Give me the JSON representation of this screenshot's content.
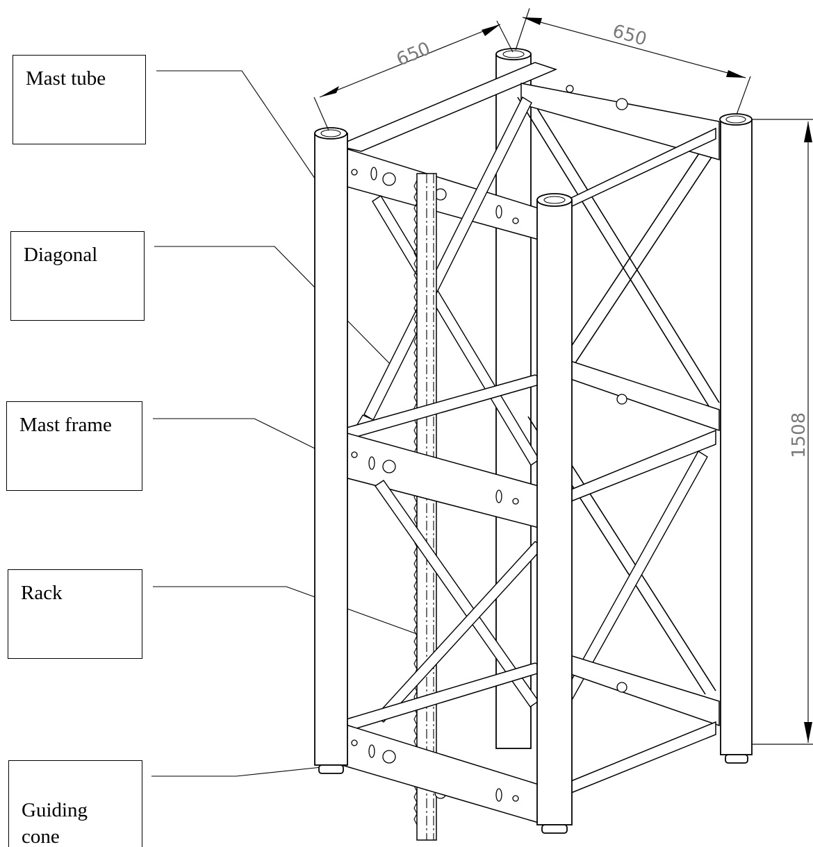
{
  "callouts": {
    "mast_tube": "Mast tube",
    "diagonal": "Diagonal",
    "mast_frame": "Mast frame",
    "rack": "Rack",
    "guiding_cone": "Guiding\ncone"
  },
  "dimensions": {
    "width_left": "650",
    "width_right": "650",
    "height": "1508"
  }
}
